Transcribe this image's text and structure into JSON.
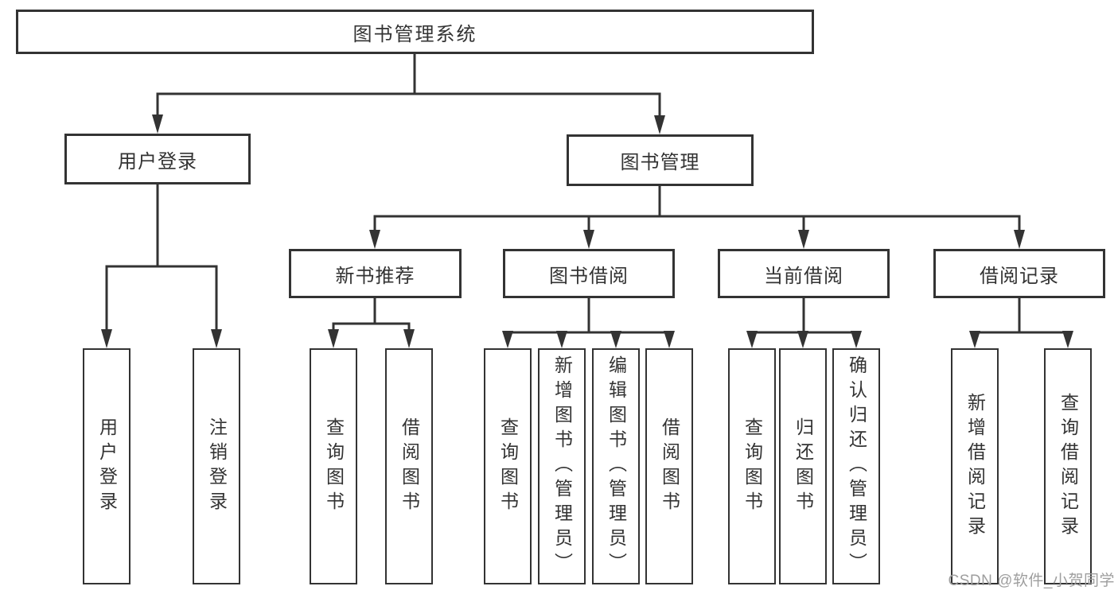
{
  "diagram": {
    "root": "图书管理系统",
    "level2": [
      "用户登录",
      "图书管理"
    ],
    "level3": [
      "新书推荐",
      "图书借阅",
      "当前借阅",
      "借阅记录"
    ],
    "leaves": [
      "用户登录",
      "注销登录",
      "查询图书",
      "借阅图书",
      "查询图书",
      "新增图书（管理员）",
      "编辑图书（管理员）",
      "借阅图书",
      "查询图书",
      "归还图书",
      "确认归还（管理员）",
      "新增借阅记录",
      "查询借阅记录"
    ],
    "line_color": "#333333"
  },
  "watermark": "CSDN @软件_小贺同学"
}
